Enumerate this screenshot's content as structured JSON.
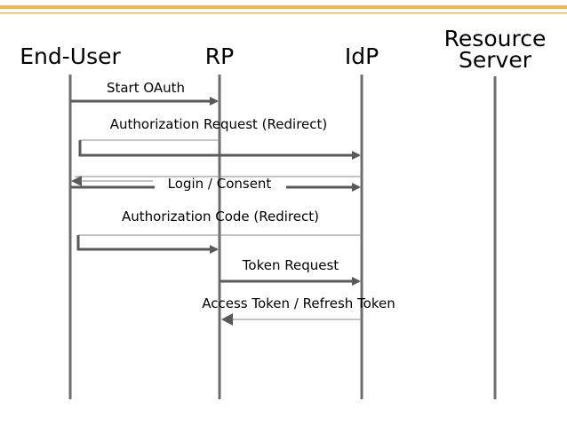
{
  "actors": {
    "end_user": "End-User",
    "rp": "RP",
    "idp": "IdP",
    "resource_server_line1": "Resource",
    "resource_server_line2": "Server"
  },
  "messages": {
    "start_oauth": "Start OAuth",
    "authorization_request": "Authorization Request (Redirect)",
    "login_consent": "Login / Consent",
    "authorization_code": "Authorization Code (Redirect)",
    "token_request": "Token Request",
    "access_refresh_token": "Access Token / Refresh Token"
  },
  "colors": {
    "header_bar": "#F0B44C",
    "lifeline": "#6E6E6E",
    "arrow": "#595959",
    "thin_line": "#888888"
  }
}
